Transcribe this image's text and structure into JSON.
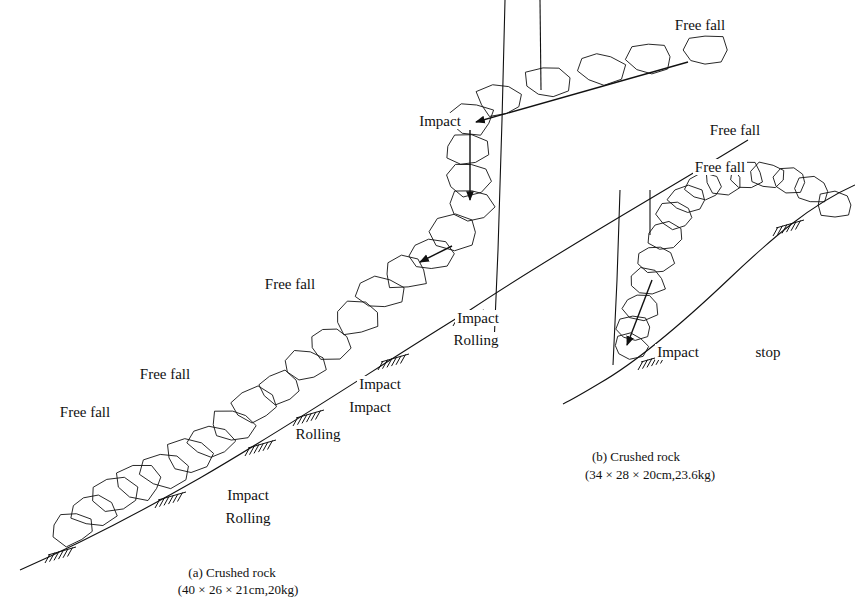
{
  "diagram": {
    "labels": [
      "Free fall",
      "Impact",
      "Free fall",
      "Impact",
      "Rolling",
      "Free fall",
      "Impact",
      "Free fall",
      "Impact",
      "Rolling",
      "Free fall",
      "Impact",
      "Rolling",
      "(a) Crushed rock",
      "(40 × 26 × 21cm,20kg)",
      "Free fall",
      "Impact",
      "stop",
      "(b) Crushed rock",
      "(34 × 28 × 20cm,23.6kg)"
    ]
  }
}
